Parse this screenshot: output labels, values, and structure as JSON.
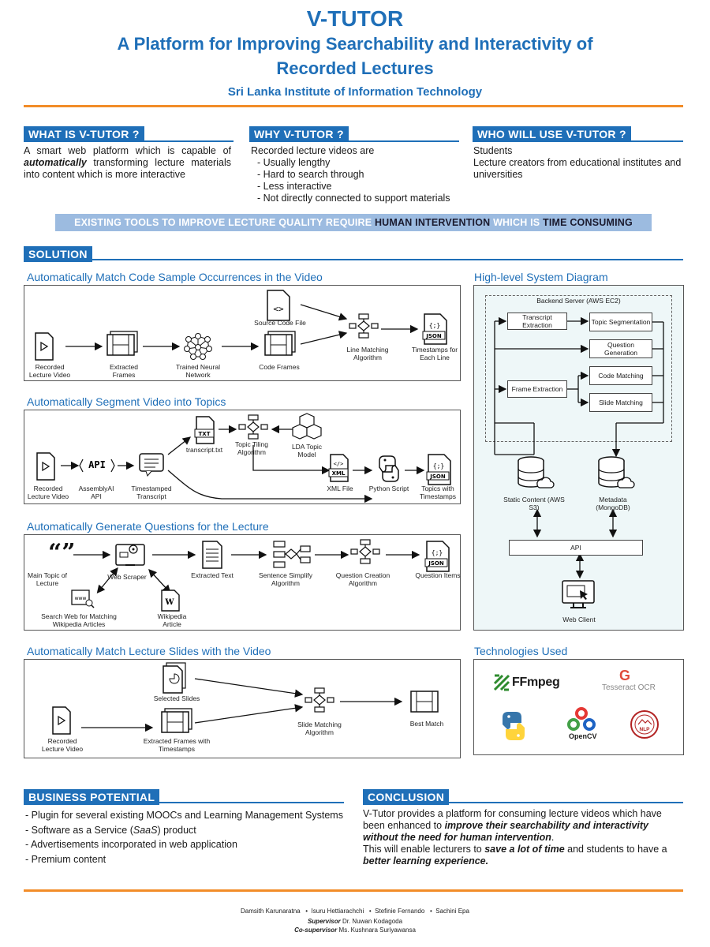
{
  "header": {
    "title": "V-TUTOR",
    "subtitle_line1": "A Platform for Improving Searchability and Interactivity of",
    "subtitle_line2": "Recorded Lectures",
    "institute": "Sri Lanka Institute of Information Technology"
  },
  "what": {
    "heading": "WHAT IS V-TUTOR ?",
    "text_a": "A smart web platform which is capable of",
    "text_em": "automatically",
    "text_b": "transforming lecture materials into content which is more interactive"
  },
  "why": {
    "heading": "WHY V-TUTOR ?",
    "intro": "Recorded lecture videos are",
    "items": [
      "- Usually lengthy",
      "- Hard to search through",
      "- Less interactive",
      "- Not directly connected to support materials"
    ]
  },
  "who": {
    "heading": "WHO WILL USE V-TUTOR ?",
    "items": [
      "Students",
      "Lecture creators from educational institutes and universities"
    ]
  },
  "banner": {
    "part1": "EXISTING TOOLS TO IMPROVE LECTURE QUALITY REQUIRE ",
    "part2": "HUMAN INTERVENTION",
    "part3": " WHICH IS ",
    "part4": "TIME CONSUMING"
  },
  "solution": {
    "heading": "SOLUTION",
    "code": {
      "title": "Automatically Match Code Sample Occurrences in the Video",
      "labels": [
        "Recorded Lecture Video",
        "Extracted Frames",
        "Trained Neural Network",
        "Code Frames",
        "Source Code File",
        "Line Matching Algorithm",
        "Timestamps for Each Line"
      ]
    },
    "topics": {
      "title": "Automatically Segment Video into Topics",
      "labels": [
        "Recorded Lecture Video",
        "AssemblyAI API",
        "Timestamped Transcript",
        "transcript.txt",
        "Topic Tiling Algorithm",
        "LDA Topic Model",
        "XML File",
        "Python Script",
        "Topics with Timestamps"
      ],
      "icon_text": {
        "api": "API",
        "txt": "TXT",
        "xml": "XML",
        "json": "JSON"
      }
    },
    "questions": {
      "title": "Automatically Generate Questions for the Lecture",
      "labels": [
        "Main Topic of Lecture",
        "Web Scraper",
        "Search Web for Matching Wikipedia Articles",
        "Wikipedia Article",
        "Extracted Text",
        "Sentence Simplify Algorithm",
        "Question Creation Algorithm",
        "Question Items"
      ]
    },
    "slides": {
      "title": "Automatically Match Lecture Slides with the Video",
      "labels": [
        "Selected Slides",
        "Recorded Lecture Video",
        "Extracted Frames with Timestamps",
        "Slide Matching Algorithm",
        "Best Match"
      ]
    }
  },
  "system": {
    "title": "High-level System Diagram",
    "backend": "Backend Server (AWS EC2)",
    "boxes": [
      "Transcript Extraction",
      "Topic Segmentation",
      "Question Generation",
      "Frame Extraction",
      "Code Matching",
      "Slide Matching"
    ],
    "static": "Static Content (AWS S3)",
    "metadata": "Metadata (MongoDB)",
    "api": "API",
    "client": "Web Client"
  },
  "tech": {
    "title": "Technologies Used",
    "ffmpeg": "FFmpeg",
    "tesseract": "Tesseract OCR",
    "opencv": "OpenCV",
    "nlp": "NLP",
    "google_g": "G"
  },
  "business": {
    "heading": "BUSINESS POTENTIAL",
    "items": [
      "- Plugin for several existing MOOCs and Learning Management Systems",
      "- Software as a Service (",
      "SaaS",
      ") product",
      "- Advertisements incorporated in web application",
      "- Premium content"
    ]
  },
  "conclusion": {
    "heading": "CONCLUSION",
    "p1a": "V-Tutor provides a platform for consuming lecture videos which have been enhanced to ",
    "p1em": "improve their searchability and interactivity without the need for human intervention",
    "p1b": ".",
    "p2a": "This will enable lecturers to ",
    "p2em1": "save a lot of time",
    "p2b": " and students to have a ",
    "p2em2": "better learning experience."
  },
  "footer": {
    "authors": [
      "Damsith Karunaratna",
      "Isuru Hettiarachchi",
      "Stefinie Fernando",
      "Sachini Epa"
    ],
    "sup_label": "Supervisor",
    "sup_name": "Dr. Nuwan Kodagoda",
    "cosup_label": "Co-supervisor",
    "cosup_name": "Ms. Kushnara Suriyawansa"
  },
  "colors": {
    "primary": "#1f6fb8",
    "accent": "#f28c28",
    "banner": "#9cbbe0",
    "panel": "#eef7f8"
  }
}
